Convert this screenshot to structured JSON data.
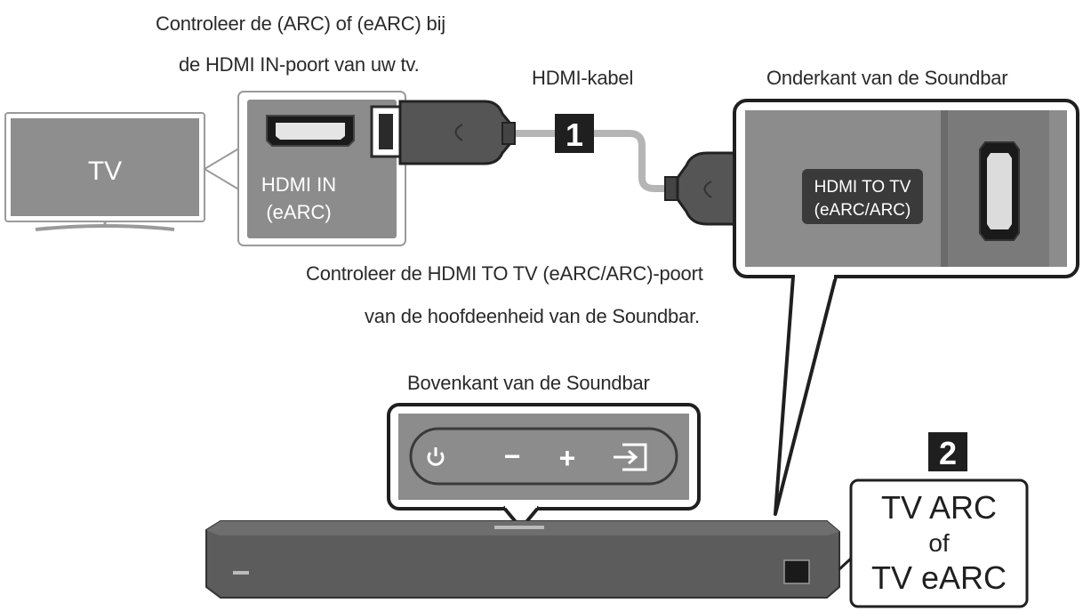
{
  "labels": {
    "check_tv_line1": "Controleer de (ARC) of (eARC) bij",
    "check_tv_line2": "de HDMI IN-poort van uw tv.",
    "hdmi_cable": "HDMI-kabel",
    "soundbar_bottom": "Onderkant van de Soundbar",
    "check_soundbar_line1": "Controleer de HDMI TO TV (eARC/ARC)-poort",
    "check_soundbar_line2": "van de hoofdeenheid van de Soundbar.",
    "soundbar_top": "Bovenkant van de Soundbar"
  },
  "tv": {
    "label": "TV"
  },
  "tv_port": {
    "line1": "HDMI IN",
    "line2": "(eARC)"
  },
  "soundbar_port": {
    "line1": "HDMI TO TV",
    "line2": "(eARC/ARC)"
  },
  "steps": {
    "step1": "1",
    "step2": "2"
  },
  "mode_box": {
    "line1": "TV ARC",
    "line2": "of",
    "line3": "TV eARC"
  },
  "buttons": {
    "minus": "−",
    "plus": "+"
  },
  "colors": {
    "panel_gray": "#8c8c8c",
    "panel_dark": "#6b6b6b",
    "cable_gray": "#b5b5b5",
    "soundbar_body": "#5c5c5c",
    "step_badge": "#1f1f1f"
  }
}
